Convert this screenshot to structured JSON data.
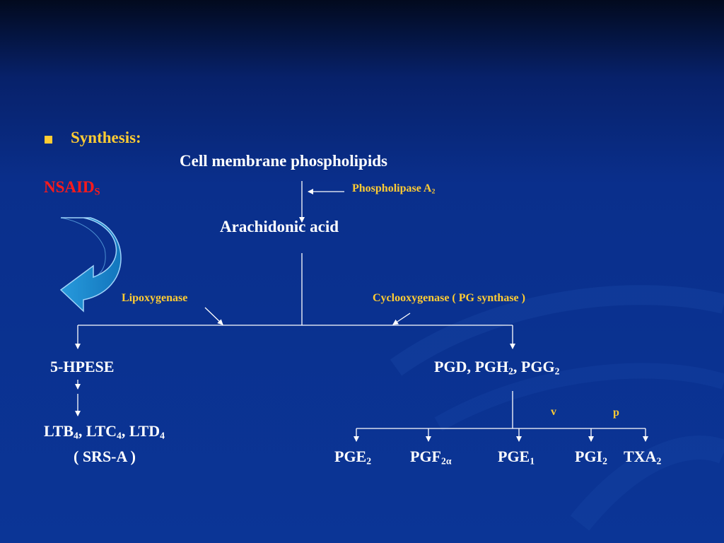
{
  "slide": {
    "heading": "Synthesis:",
    "bullet_color": "#ffcc33",
    "cell_membrane": "Cell membrane phospholipids",
    "nsaids": {
      "base": "NSAID",
      "sub": "S"
    },
    "phospholipase": {
      "base": "Phospholipase A",
      "sub": "2"
    },
    "arachidonic": "Arachidonic acid",
    "lipoxygenase": "Lipoxygenase",
    "cyclooxygenase": "Cyclooxygenase ( PG synthase )",
    "hpese": "5-HPESE",
    "pg_intermediates": {
      "a": "PGD, PGH",
      "a_sub": "2",
      "sep": ", PGG",
      "b_sub": "2"
    },
    "v_label": "v",
    "p_label": "p",
    "ltb": {
      "l1": "LTB",
      "s1": "4",
      "l2": ", LTC",
      "s2": "4",
      "l3": ", LTD",
      "s3": "4"
    },
    "srs": "( SRS-A )",
    "pge2": {
      "base": "PGE",
      "sub": "2"
    },
    "pgf2a": {
      "base": "PGF",
      "sub": "2α"
    },
    "pge1": {
      "base": "PGE",
      "sub": "1"
    },
    "pgi2": {
      "base": "PGI",
      "sub": "2"
    },
    "txa2": {
      "base": "TXA",
      "sub": "2"
    }
  },
  "colors": {
    "accent": "#ffcc33",
    "warning": "#ff1a1a",
    "text": "#ffffff",
    "arrow_fill": "#1a8fd0"
  }
}
